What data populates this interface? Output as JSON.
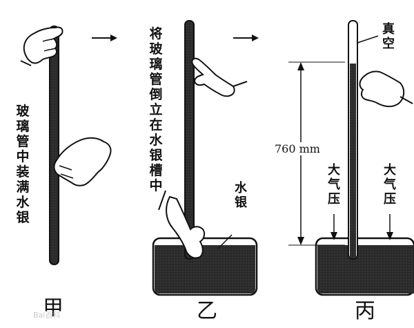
{
  "panels": {
    "jia": {
      "label": "甲",
      "caption": "玻璃管中装满水银"
    },
    "yi": {
      "label": "乙",
      "caption": "将玻璃管倒立在水银槽中",
      "mercury_label": "水银"
    },
    "bing": {
      "label": "丙",
      "vacuum_label": "真空",
      "height_label": "760 mm",
      "pressure_left": "大气压",
      "pressure_right": "大气压"
    }
  },
  "watermark": "Bai百科"
}
